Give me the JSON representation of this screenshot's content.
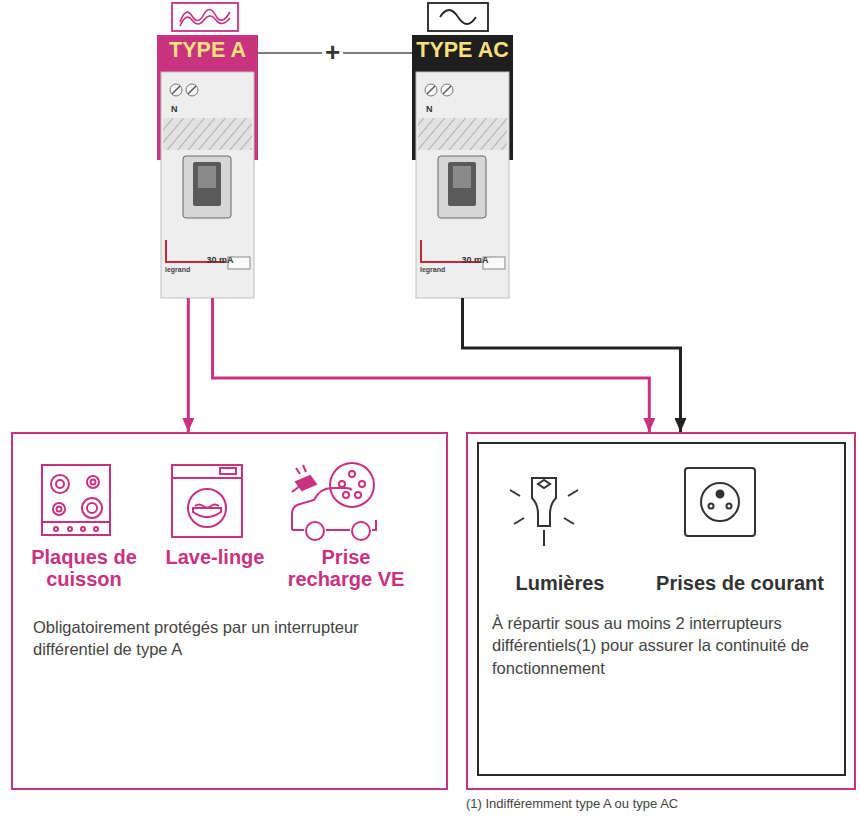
{
  "diagram": {
    "nodes": [
      {
        "text": [
          "TYPE A",
          "N",
          "30 mA",
          "legrand"
        ]
      },
      {
        "text": [
          "TYPE AC",
          "N",
          "30 mA",
          "legrand"
        ]
      },
      {
        "text": [
          "Plaques de cuisson",
          "Lave-linge",
          "Prise recharge VE",
          "Obligatoirement protégés par un interrupteur différentiel de type A"
        ]
      },
      {
        "text": [
          "Lumières",
          "Prises de courant",
          "À répartir sous au moins 2 interrupteurs différentiels(1) pour assurer la continuité de fonctionnement"
        ]
      }
    ],
    "edges": [
      {
        "from": 0,
        "to": 2,
        "arrow": "to"
      },
      {
        "from": 0,
        "to": 3,
        "arrow": "to"
      },
      {
        "from": 1,
        "to": 3,
        "arrow": "to"
      }
    ],
    "labels": [
      "+",
      "(1) Indifféremment type A ou type AC"
    ]
  }
}
